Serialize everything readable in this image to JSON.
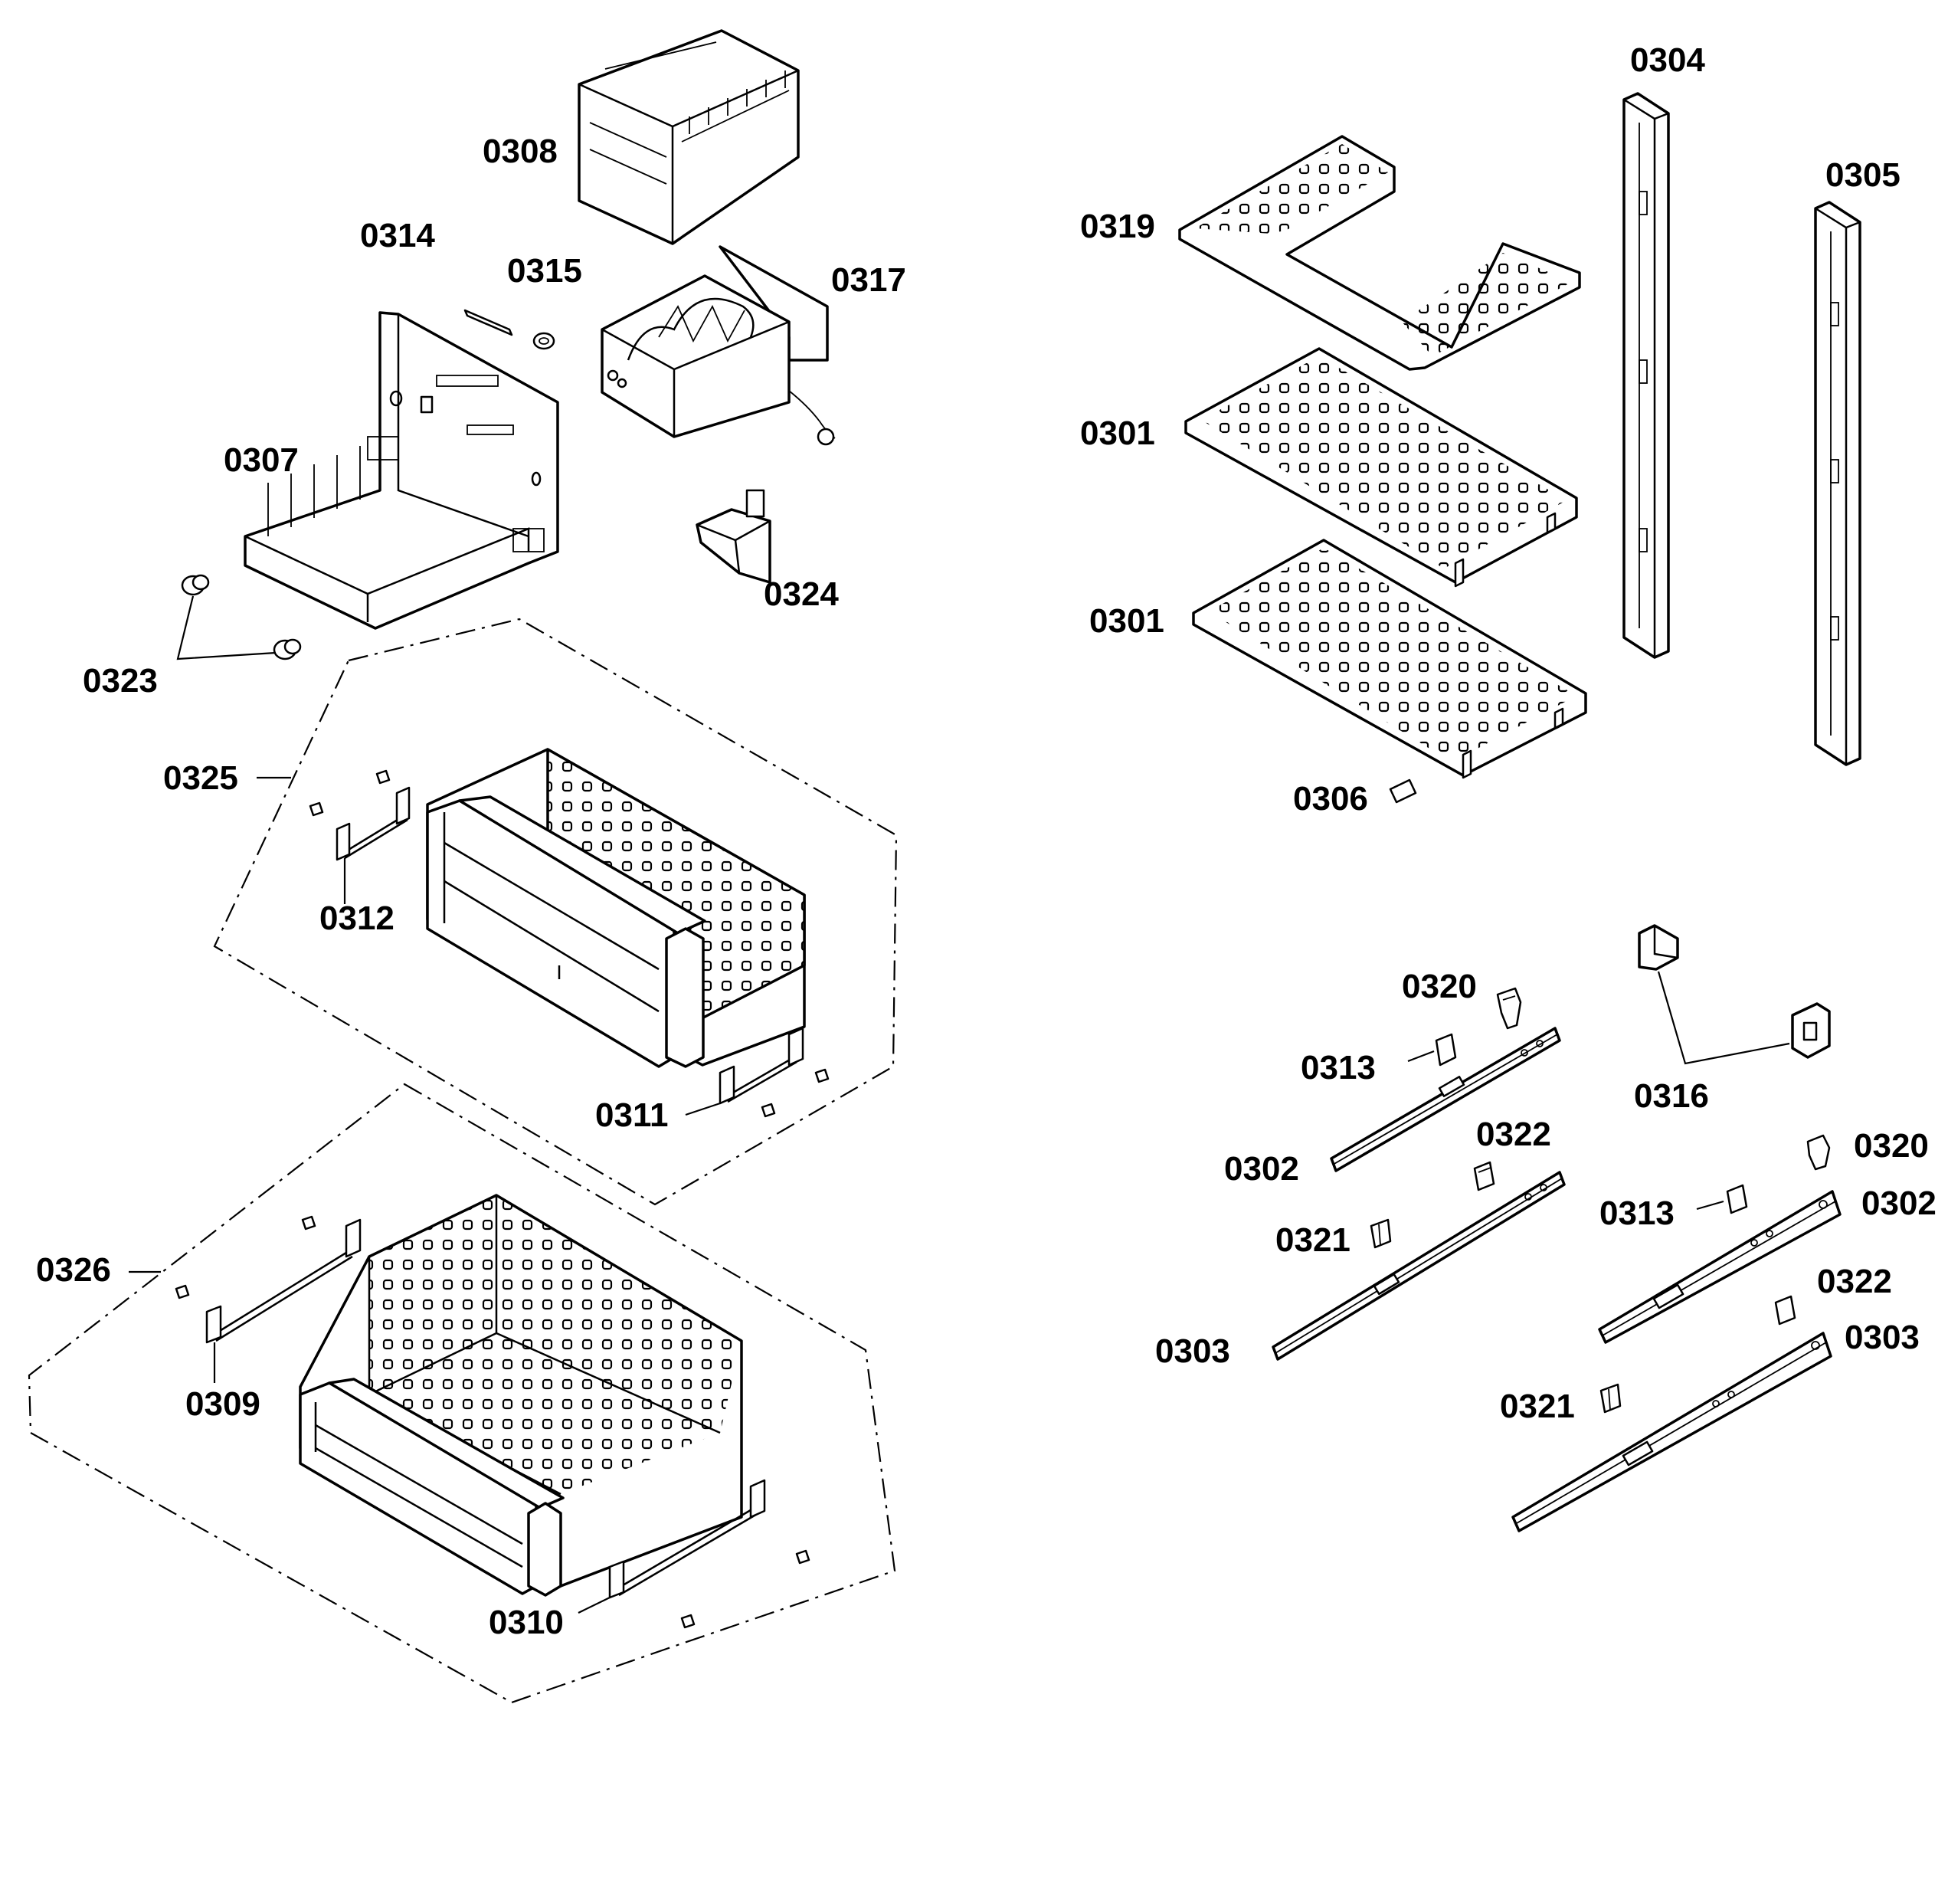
{
  "colors": {
    "line": "#000000",
    "background": "#ffffff"
  },
  "labels": {
    "p0301a": "0301",
    "p0301b": "0301",
    "p0302a": "0302",
    "p0302b": "0302",
    "p0303a": "0303",
    "p0303b": "0303",
    "p0304": "0304",
    "p0305": "0305",
    "p0306": "0306",
    "p0307": "0307",
    "p0308": "0308",
    "p0309": "0309",
    "p0310": "0310",
    "p0311": "0311",
    "p0312": "0312",
    "p0313a": "0313",
    "p0313b": "0313",
    "p0314": "0314",
    "p0315": "0315",
    "p0316": "0316",
    "p0317": "0317",
    "p0319": "0319",
    "p0320a": "0320",
    "p0320b": "0320",
    "p0321a": "0321",
    "p0321b": "0321",
    "p0322a": "0322",
    "p0322b": "0322",
    "p0323": "0323",
    "p0324": "0324",
    "p0325": "0325",
    "p0326": "0326"
  }
}
